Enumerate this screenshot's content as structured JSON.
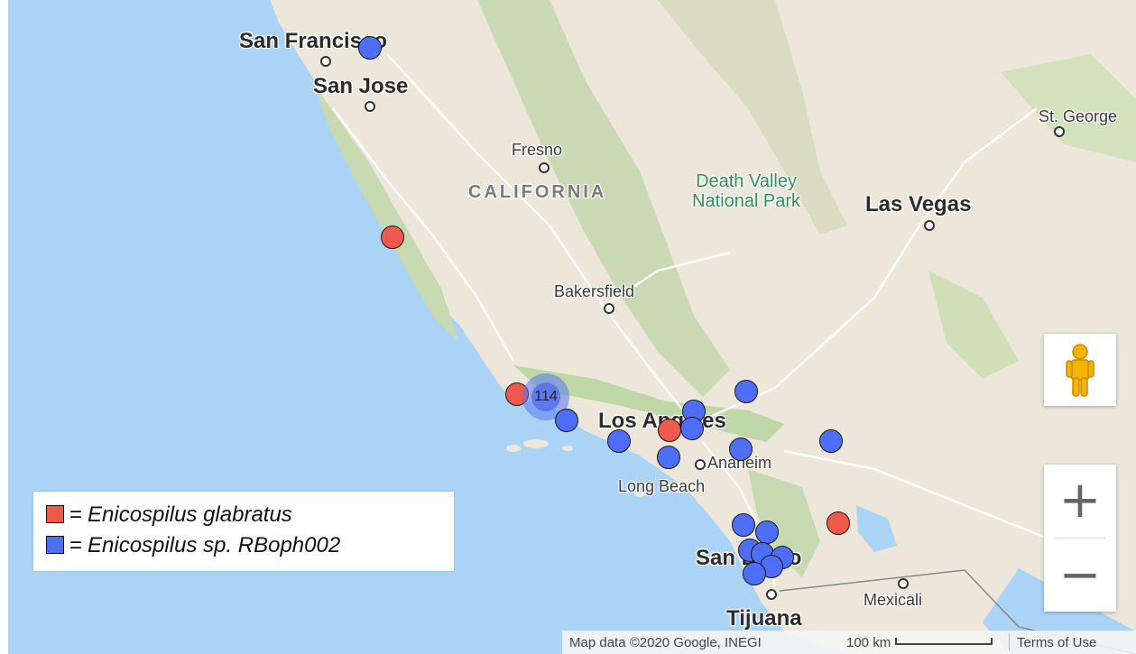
{
  "map": {
    "labels": {
      "san_francisco": "San Francisco",
      "san_jose": "San Jose",
      "fresno": "Fresno",
      "california": "CALIFORNIA",
      "death_valley_line1": "Death Valley",
      "death_valley_line2": "National Park",
      "las_vegas": "Las Vegas",
      "st_george": "St. George",
      "bakersfield": "Bakersfield",
      "los_angeles": "Los Angeles",
      "anaheim": "Anaheim",
      "long_beach": "Long Beach",
      "san_diego": "San Diego",
      "mexicali": "Mexicali",
      "tijuana": "Tijuana"
    },
    "cluster": {
      "count": "114",
      "color": "#5a78f0"
    },
    "markers": {
      "red_color": "#f05a4c",
      "blue_color": "#4f6ef7"
    }
  },
  "legend": {
    "items": [
      {
        "equals": "=",
        "name": "Enicospilus glabratus",
        "color": "#f05a4c"
      },
      {
        "equals": "=",
        "name": "Enicospilus sp. RBoph002",
        "color": "#4f6ef7"
      }
    ]
  },
  "controls": {
    "pegman_icon": "pegman-icon",
    "zoom_in": "+",
    "zoom_out": "−"
  },
  "footer": {
    "attribution": "Map data ©2020 Google, INEGI",
    "scale": "100 km",
    "terms": "Terms of Use"
  }
}
